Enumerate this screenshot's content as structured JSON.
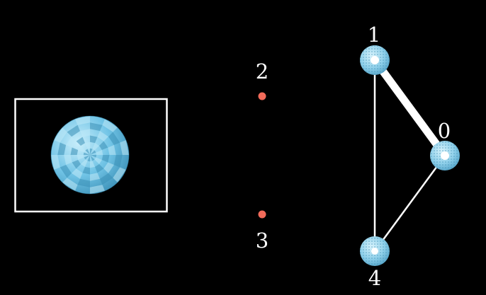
{
  "colors": {
    "background": "#000000",
    "frame": "#ffffff",
    "edge": "#ffffff",
    "sphere_light": "#bfeaf8",
    "sphere_mid": "#6ec3e6",
    "sphere_dark": "#3a8fb6",
    "loose_point": "#f26b5a",
    "label": "#ffffff"
  },
  "labels": {
    "node_0": "0",
    "node_1": "1",
    "node_4": "4",
    "point_2": "2",
    "point_3": "3"
  },
  "graph": {
    "nodes": [
      "0",
      "1",
      "4"
    ],
    "edges": [
      {
        "from": "1",
        "to": "0",
        "style": "thick"
      },
      {
        "from": "1",
        "to": "4",
        "style": "thin"
      },
      {
        "from": "0",
        "to": "4",
        "style": "thin"
      }
    ]
  },
  "icons": {
    "framed_sphere": "checkered-sphere-icon",
    "graph_node": "dotted-sphere-icon"
  }
}
